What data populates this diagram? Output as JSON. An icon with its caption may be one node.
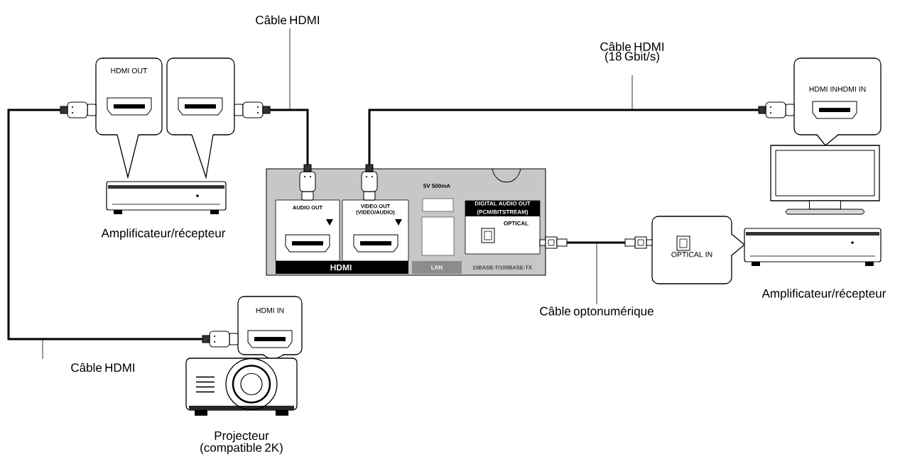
{
  "diagram": {
    "nodes": [
      {
        "text": [
          "HDMI OUT"
        ]
      },
      {
        "text": [],
        "shape": "box"
      },
      {
        "text": [],
        "shape": "picture",
        "beside": [
          "Amplificateur/récepteur"
        ]
      },
      {
        "text": [],
        "shape": "box"
      },
      {
        "text": [
          "AUDIO OUT"
        ],
        "in": 3
      },
      {
        "text": [
          "VIDEO OUT (VIDEO/AUDIO)"
        ],
        "in": 3
      },
      {
        "text": [
          "DIGITAL AUDIO OUT (PCM/BITSTREAM)",
          "OPTICAL"
        ],
        "in": 3
      },
      {
        "text": [
          "HDMI INHDMI IN"
        ]
      },
      {
        "text": [],
        "shape": "picture"
      },
      {
        "text": [
          "OPTICAL IN"
        ]
      },
      {
        "text": [],
        "shape": "picture",
        "beside": [
          "Amplificateur/récepteur"
        ]
      },
      {
        "text": [
          "HDMI IN"
        ]
      },
      {
        "text": [],
        "shape": "picture",
        "beside": [
          "Projecteur (compatible 2K)"
        ]
      }
    ],
    "edges": [
      {
        "from": 0,
        "to": 11,
        "arrow": "other",
        "label": "Câble HDMI"
      },
      {
        "from": 1,
        "to": 4,
        "arrow": "other",
        "label": "Câble HDMI"
      },
      {
        "from": 5,
        "to": 7,
        "arrow": "other",
        "label": "Câble HDMI (18 Gbit/s)"
      },
      {
        "from": 6,
        "to": 9,
        "arrow": "other",
        "label": "Câble optonumérique"
      }
    ],
    "labels": [
      "5V 500mA",
      "HDMI",
      "LAN",
      "10BASE-T/100BASE-TX"
    ]
  }
}
